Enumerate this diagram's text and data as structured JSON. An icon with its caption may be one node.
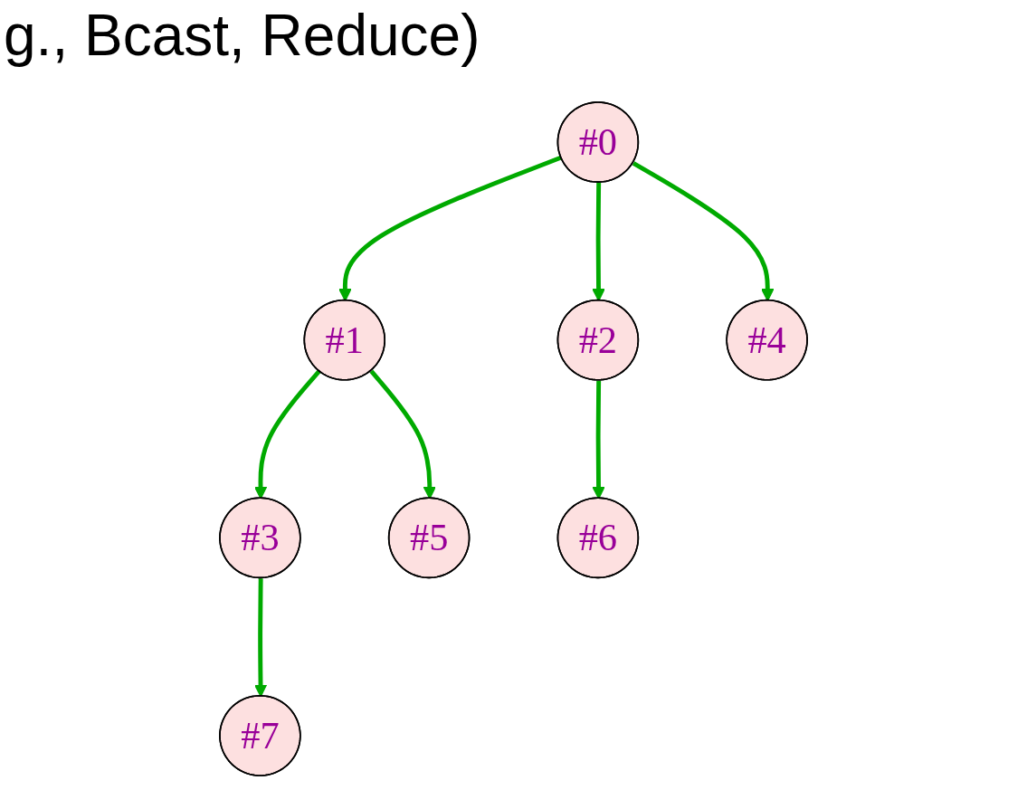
{
  "diagram": {
    "nodes": [
      {
        "text": [
          "#0"
        ]
      },
      {
        "text": [
          "#1"
        ]
      },
      {
        "text": [
          "#3"
        ]
      },
      {
        "text": [
          "#2"
        ]
      },
      {
        "text": [
          "#7"
        ]
      },
      {
        "text": [
          "#5"
        ]
      },
      {
        "text": [
          "#6"
        ]
      },
      {
        "text": [
          "#4"
        ]
      }
    ],
    "edges": [
      {
        "from": 0,
        "to": 1,
        "arrow": "to"
      },
      {
        "from": 0,
        "to": 3,
        "arrow": "to"
      },
      {
        "from": 0,
        "to": 7,
        "arrow": "to"
      },
      {
        "from": 1,
        "to": 2,
        "arrow": "to"
      },
      {
        "from": 1,
        "to": 5,
        "arrow": "to"
      },
      {
        "from": 2,
        "to": 4,
        "arrow": "to"
      },
      {
        "from": 3,
        "to": 6,
        "arrow": "to"
      }
    ],
    "labels": [
      "g., Bcast, Reduce)"
    ]
  }
}
